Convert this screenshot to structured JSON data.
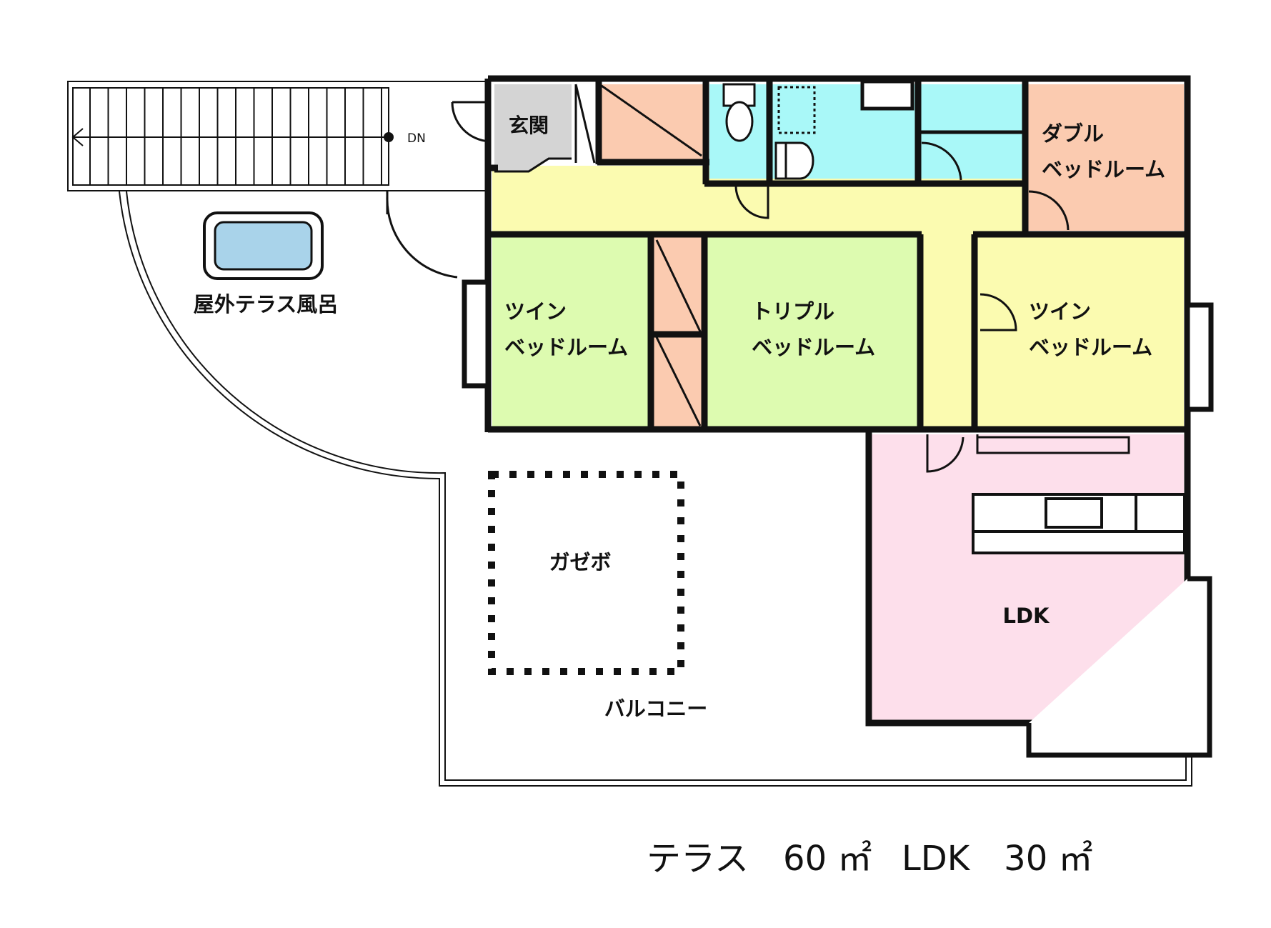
{
  "colors": {
    "wall": "#111111",
    "entrance": "#d4d4d4",
    "salmon": "#fbcbb0",
    "aqua": "#a9f8f8",
    "corridor": "#fbfbb0",
    "green": "#ddfbb0",
    "pink": "#fddfeb",
    "tub": "#a9d3ea"
  },
  "labels": {
    "entrance": "玄関",
    "stairs_dn": "DN",
    "outdoor_bath": "屋外テラス風呂",
    "double_room": [
      "ダブル",
      "ベッドルーム"
    ],
    "twin_room_left": [
      "ツイン",
      "ベッドルーム"
    ],
    "triple_room": [
      "トリプル",
      "ベッドルーム"
    ],
    "twin_room_right": [
      "ツイン",
      "ベッドルーム"
    ],
    "ldk": "LDK",
    "gazebo": "ガゼボ",
    "balcony": "バルコニー"
  },
  "area_summary": {
    "terrace": "テラス　60 ㎡",
    "ldk": "LDK　30 ㎡"
  }
}
